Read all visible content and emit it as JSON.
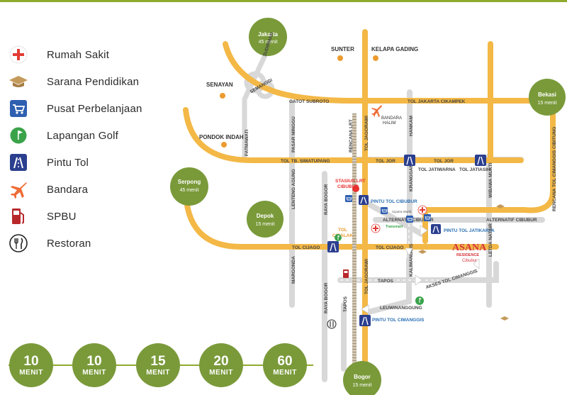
{
  "legend": [
    {
      "label": "Rumah Sakit",
      "icon": "hospital-icon"
    },
    {
      "label": "Sarana Pendidikan",
      "icon": "education-icon"
    },
    {
      "label": "Pusat Perbelanjaan",
      "icon": "shopping-icon"
    },
    {
      "label": "Lapangan Golf",
      "icon": "golf-icon"
    },
    {
      "label": "Pintu Tol",
      "icon": "toll-gate-icon"
    },
    {
      "label": "Bandara",
      "icon": "airport-icon"
    },
    {
      "label": "SPBU",
      "icon": "gas-station-icon"
    },
    {
      "label": "Restoran",
      "icon": "restaurant-icon"
    }
  ],
  "timeline": [
    {
      "value": "10",
      "unit": "MENIT"
    },
    {
      "value": "10",
      "unit": "MENIT"
    },
    {
      "value": "15",
      "unit": "MENIT"
    },
    {
      "value": "20",
      "unit": "MENIT"
    },
    {
      "value": "60",
      "unit": "MENIT"
    }
  ],
  "destinations": {
    "jakarta": {
      "name": "Jakarta",
      "time": "45 menit"
    },
    "bekasi": {
      "name": "Bekasi",
      "time": "15 menit"
    },
    "serpong": {
      "name": "Serpong",
      "time": "45 menit"
    },
    "depok": {
      "name": "Depok",
      "time": "15 menit"
    },
    "bogor": {
      "name": "Bogor",
      "time": "15 menit"
    }
  },
  "places": {
    "sunter": "SUNTER",
    "kelapa_gading": "KELAPA GADING",
    "senayan": "SENAYAN",
    "pondok_indah": "PONDOK INDAH",
    "bandara_halim_1": "BANDARA",
    "bandara_halim_2": "HALIM",
    "stasiun_1": "STASIUN LRT",
    "stasiun_2": "CIBUBUR",
    "tol_cisalak_1": "TOL",
    "tol_cisalak_2": "CISALAK"
  },
  "roads": {
    "semanggi": "SEMANGGI",
    "sudirman": "SUDIRMAN",
    "fatmawati": "FATMAWATI",
    "gatot_subroto": "GATOT SUBROTO",
    "tol_jakarta_cikampek": "TOL JAKARTA CIKAMPEK",
    "tol_simatupang": "TOL TB. SIMATUPANG",
    "tol_jor_1": "TOL JOR",
    "tol_jor_2": "TOL JOR",
    "tol_jatiwarna": "TOL JATIWARNA",
    "tol_jatiasih": "TOL JATIASIH",
    "pasar_minggu": "PASAR MINGGU",
    "rencana_lrt": "RENCANA LRT",
    "tol_jagorawi_1": "TOL JAGORAWI",
    "tol_jagorawi_2": "TOL JAGORAWI",
    "hankam": "HANKAM",
    "rencana_tol_cimanggis": "RENCANA TOL CIMANGGIS CIBITUNG",
    "lenteng_agung": "LENTENG AGUNG",
    "raya_bogor_1": "RAYA BOGOR",
    "raya_bogor_2": "RAYA BOGOR",
    "kranggan": "KRANGGAN",
    "wibawa_mukti": "WIBAWA MUKTI",
    "pintu_tol_cibubur": "PINTU TOL CIBUBUR",
    "alternatif_cibubur_1": "ALTERNATIF CIBUBUR",
    "alternatif_cibubur_2": "ALTERNATIF CIBUBUR",
    "pintu_tol_jatikarya": "PINTU TOL JATIKARYA",
    "tol_cijago_1": "TOL CIJAGO",
    "tol_cijago_2": "TOL CIJAGO",
    "margonda": "MARGONDA",
    "letda_natsir": "LETDA NATSIR",
    "kalimanggis": "KALIMANGGIS",
    "tapos_1": "TAPOS",
    "tapos_2": "TAPOS",
    "akses_tol_cimanggis": "AKSES TOL CIMANGGIS",
    "leuwinanggung": "LEUWINANGGUNG",
    "pintu_tol_cimanggis": "PINTU TOL CIMANGGIS"
  },
  "brand": {
    "line1": "ASANA",
    "line2": "RESIDENCE",
    "line3": "Cibubur"
  },
  "mall_labels": {
    "ciputra": "Ciputra World",
    "mall2": "Transmart"
  },
  "colors": {
    "highway": "#f3b846",
    "road": "#d9d9d9",
    "circle": "#7a9a3a",
    "accent_red": "#e8312f",
    "brand_red": "#d4343c",
    "toll_blue": "#2b4c9c"
  }
}
